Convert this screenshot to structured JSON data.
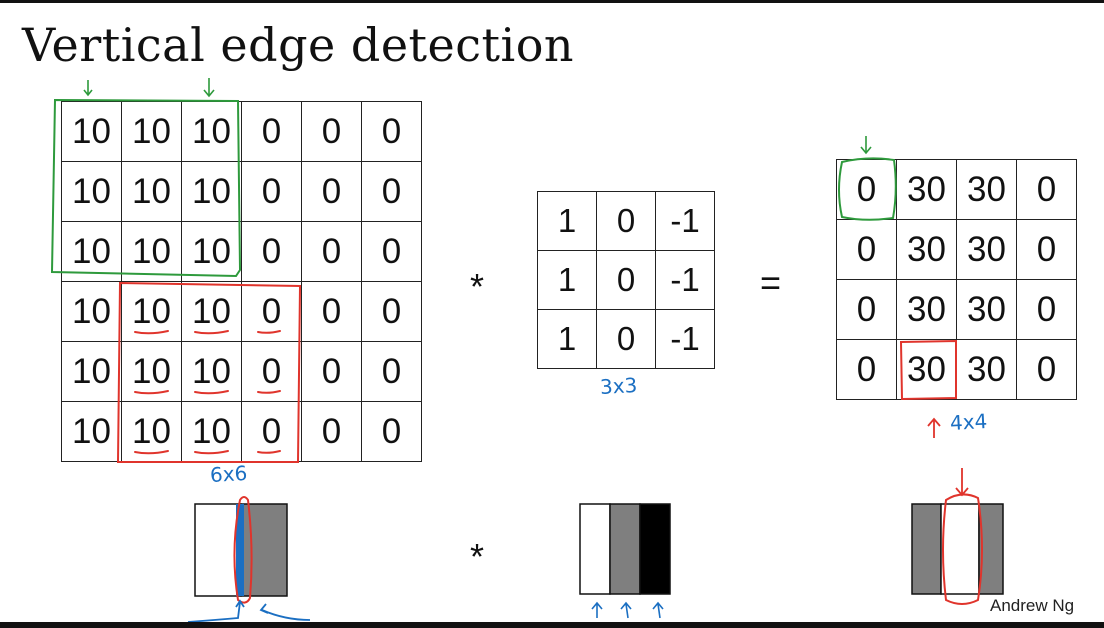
{
  "slide": {
    "title": "Vertical edge detection",
    "credit": "Andrew Ng"
  },
  "input_matrix": {
    "size_label": "6x6",
    "rows": [
      [
        "10",
        "10",
        "10",
        "0",
        "0",
        "0"
      ],
      [
        "10",
        "10",
        "10",
        "0",
        "0",
        "0"
      ],
      [
        "10",
        "10",
        "10",
        "0",
        "0",
        "0"
      ],
      [
        "10",
        "10",
        "10",
        "0",
        "0",
        "0"
      ],
      [
        "10",
        "10",
        "10",
        "0",
        "0",
        "0"
      ],
      [
        "10",
        "10",
        "10",
        "0",
        "0",
        "0"
      ]
    ]
  },
  "filter_matrix": {
    "size_label": "3x3",
    "rows": [
      [
        "1",
        "0",
        "-1"
      ],
      [
        "1",
        "0",
        "-1"
      ],
      [
        "1",
        "0",
        "-1"
      ]
    ]
  },
  "output_matrix": {
    "size_label": "4x4",
    "rows": [
      [
        "0",
        "30",
        "30",
        "0"
      ],
      [
        "0",
        "30",
        "30",
        "0"
      ],
      [
        "0",
        "30",
        "30",
        "0"
      ],
      [
        "0",
        "30",
        "30",
        "0"
      ]
    ]
  },
  "operators": {
    "convolve": "*",
    "equals": "=",
    "image_convolve": "*"
  },
  "colors": {
    "green_highlight": "#2e9a3c",
    "red_highlight": "#e0342c",
    "blue_annotation": "#1b6fc2",
    "gray_band": "#7f7f7f",
    "black_band": "#000000"
  }
}
